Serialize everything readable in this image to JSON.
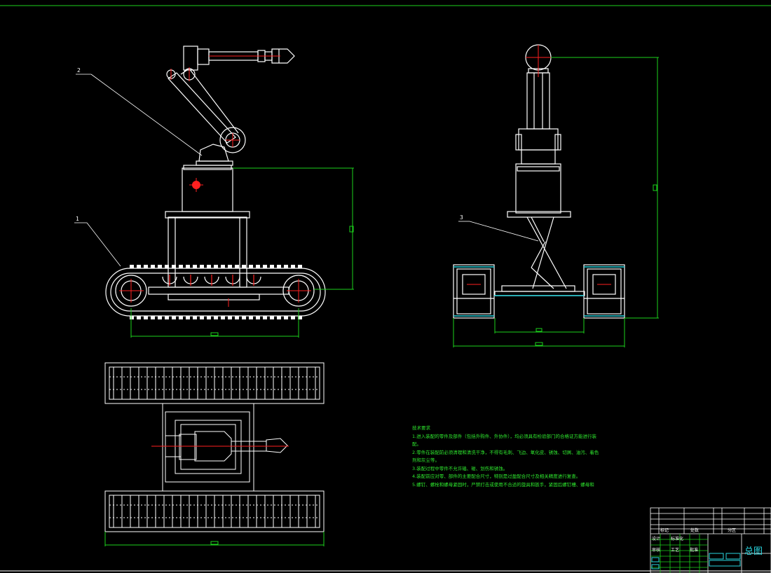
{
  "callouts": {
    "c1": "1",
    "c2": "2",
    "c3": "3"
  },
  "dimensions": {
    "d1": "",
    "d2": "",
    "d3": "",
    "d4": "",
    "d5": "",
    "d6": ""
  },
  "notes": [
    "技术要求",
    "1.进入装配的零件及部件（包括外购件、外协件），均必须具有检验部门的合格证方能进行装",
    "配。",
    "2.零件在装配前必须清理和清洗干净，不得有毛刺、飞边、氧化皮、锈蚀、切屑、油污、着色",
    "剂和灰尘等。",
    "3.装配过程中零件不允许磕、碰、划伤和锈蚀。",
    "4.装配前应对零、部件的主要配合尺寸，特别是过盈配合尺寸及相关精度进行复查。",
    "5.螺钉、螺栓和螺母紧固时，严禁打击或使用不合适的旋具和扳手，紧固后螺钉槽、螺母和"
  ],
  "title_block": {
    "drawing_title": "总图",
    "cells": [
      "标记",
      "处数",
      "分区",
      "设计",
      "标准化",
      "审核",
      "工艺",
      "批准"
    ]
  },
  "colors": {
    "line": "#ffffff",
    "center": "#ff2020",
    "dimension": "#1bd21b",
    "accent": "#29d6e0",
    "background": "#000000"
  }
}
